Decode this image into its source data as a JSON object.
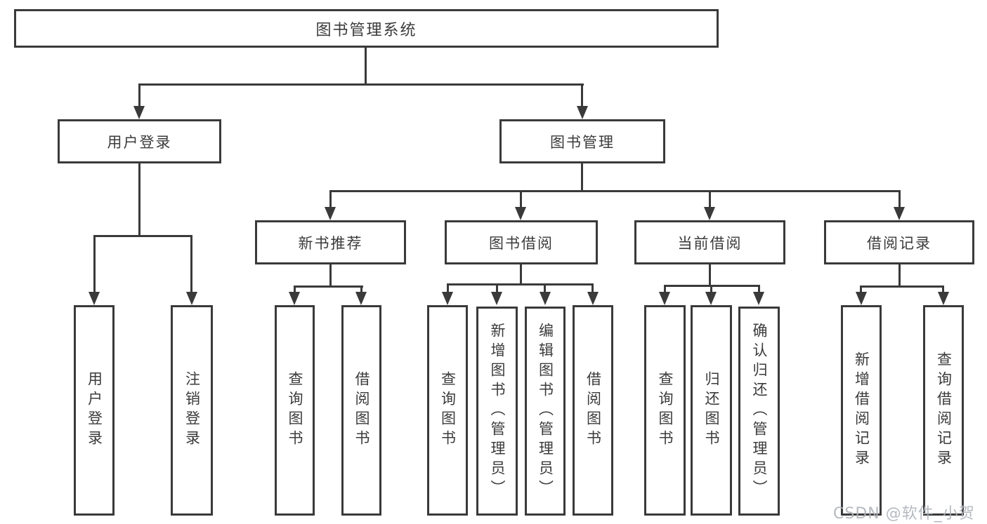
{
  "tree": {
    "root": "图书管理系统",
    "level2": [
      {
        "label": "用户登录",
        "leaves": [
          "用户登录",
          "注销登录"
        ]
      },
      {
        "label": "图书管理",
        "sections": [
          {
            "label": "新书推荐",
            "leaves": [
              "查询图书",
              "借阅图书"
            ]
          },
          {
            "label": "图书借阅",
            "leaves": [
              "查询图书",
              "新增图书（管理员）",
              "编辑图书（管理员）",
              "借阅图书"
            ]
          },
          {
            "label": "当前借阅",
            "leaves": [
              "查询图书",
              "归还图书",
              "确认归还（管理员）"
            ]
          },
          {
            "label": "借阅记录",
            "leaves": [
              "新增借阅记录",
              "查询借阅记录"
            ]
          }
        ]
      }
    ]
  },
  "watermark": "CSDN @软件_小贺同学",
  "colors": {
    "line": "#3a3a3a",
    "text": "#3b3b3b",
    "watermark": "#aeb3b9",
    "background": "#ffffff"
  }
}
